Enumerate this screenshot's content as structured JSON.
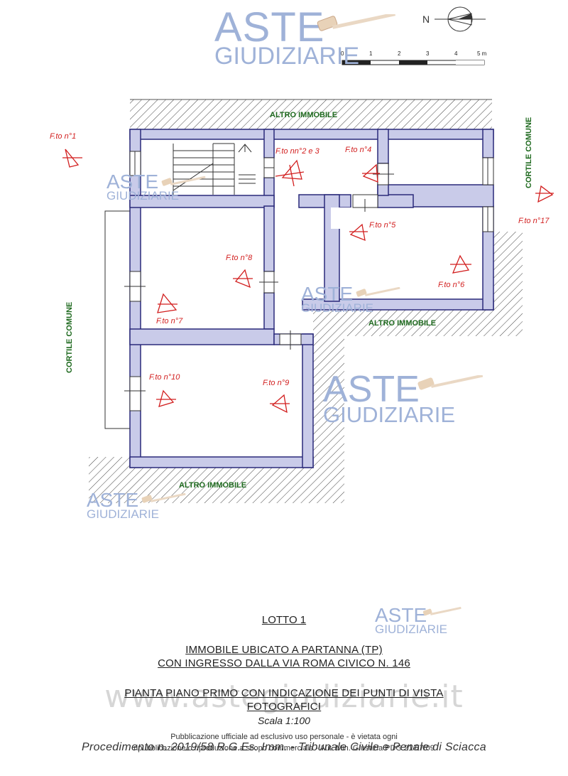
{
  "watermark": {
    "brand_top": "ASTE",
    "brand_bottom": "GIUDIZIARIE",
    "site": "www.astegiudiziarie.it"
  },
  "north_label": "N",
  "scale_bar": {
    "ticks": [
      "0",
      "1",
      "2",
      "3",
      "4",
      "5 m"
    ]
  },
  "plan": {
    "altro_immobile": "ALTRO IMMOBILE",
    "cortile_comune": "CORTILE COMUNE",
    "photo_labels": {
      "f1": "F.to n°1",
      "f2_3": "F.to nn°2 e 3",
      "f4": "F.to n°4",
      "f5": "F.to n°5",
      "f6": "F.to n°6",
      "f7": "F.to n°7",
      "f8": "F.to n°8",
      "f9": "F.to n°9",
      "f10": "F.to n°10",
      "f17": "F.to n°17"
    }
  },
  "title": {
    "lotto": "LOTTO 1",
    "immobile_line1": "IMMOBILE UBICATO A PARTANNA (TP)",
    "immobile_line2": "CON INGRESSO DALLA VIA ROMA CIVICO N. 146",
    "pianta_line1": "PIANTA PIANO PRIMO CON INDICAZIONE DEI PUNTI DI VISTA",
    "pianta_line2": "FOTOGRAFICI",
    "scala": "Scala 1:100",
    "procedimento": "Procedimento n. 2019/58 R.G.Es. Imm. - Tribunale Civile e Penale di Sciacca"
  },
  "notice": {
    "line1": "Pubblicazione ufficiale ad esclusivo uso personale - è vietata ogni",
    "line2": "ripubblicazione o riproduzione a scopo commerciale - Aut. Min. Giustizia PDG 21/07/09"
  },
  "colors": {
    "wall": "#c9cbe9",
    "wall_stroke": "#2a2a7a",
    "green_text": "#1f6a1f",
    "photo_red": "#d21f1f",
    "watermark": "#9fb2d8"
  }
}
